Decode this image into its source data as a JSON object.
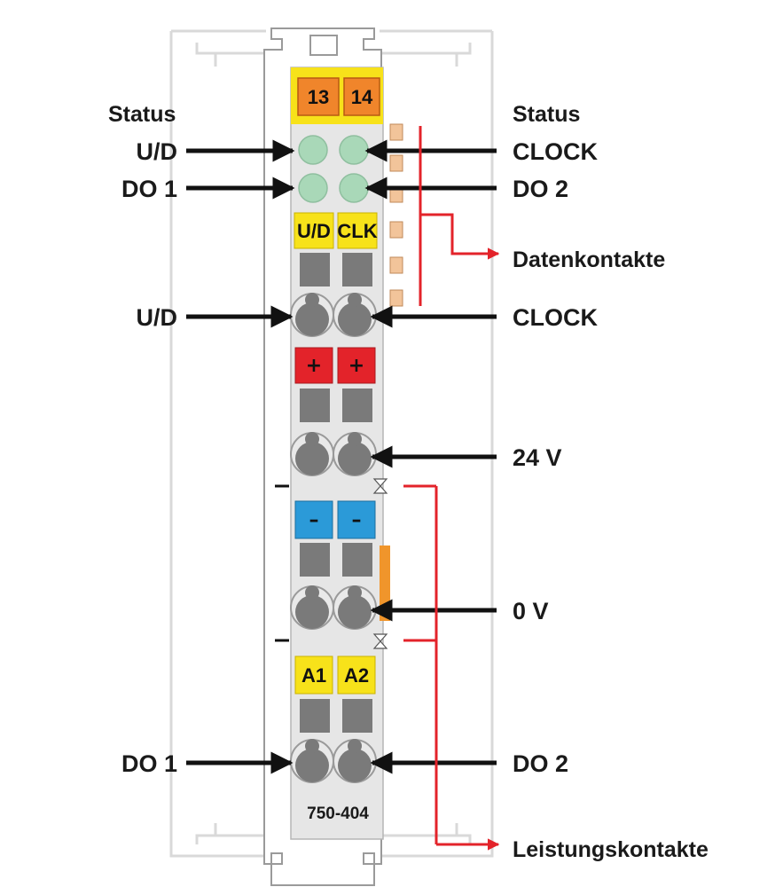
{
  "module": {
    "model": "750-404",
    "top_markers": [
      "13",
      "14"
    ],
    "led_groups": [
      "U/D",
      "CLK"
    ],
    "power_plus": [
      "+",
      "+"
    ],
    "power_minus": [
      "–",
      "–"
    ],
    "output_groups": [
      "A1",
      "A2"
    ]
  },
  "labels": {
    "status_left": "Status",
    "status_right": "Status",
    "led_ud": "U/D",
    "led_clock": "CLOCK",
    "led_do1": "DO 1",
    "led_do2": "DO 2",
    "data_contacts": "Datenkontakte",
    "term_ud": "U/D",
    "term_clock": "CLOCK",
    "supply_24v": "24 V",
    "supply_0v": "0 V",
    "term_do1": "DO 1",
    "term_do2": "DO 2",
    "power_contacts": "Leistungskontakte"
  },
  "colors": {
    "marker_orange": "#f0852b",
    "label_yellow": "#f7e21a",
    "plus_red": "#e3232a",
    "minus_blue": "#2b9ad8",
    "led_green": "#a9d8b8",
    "housing_gray": "#e6e6e6",
    "contact_gray": "#7a7a7a",
    "arrow_red": "#e3232a",
    "arrow_black": "#111111"
  }
}
